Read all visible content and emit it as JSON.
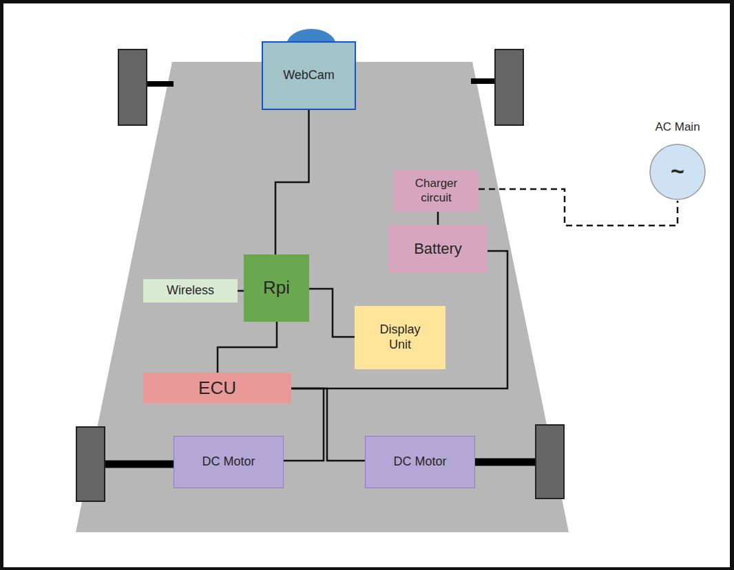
{
  "diagram": {
    "nodes": [
      {
        "text": [
          "WebCam"
        ]
      },
      {
        "text": [
          "AC Main",
          "~"
        ]
      },
      {
        "text": [
          "Charger circuit"
        ]
      },
      {
        "text": [
          "Battery"
        ]
      },
      {
        "text": [
          "Wireless"
        ]
      },
      {
        "text": [
          "Rpi"
        ]
      },
      {
        "text": [
          "Display Unit"
        ]
      },
      {
        "text": [
          "ECU"
        ]
      },
      {
        "text": [
          "DC Motor"
        ]
      },
      {
        "text": [
          "DC Motor"
        ]
      }
    ],
    "edges": [
      {
        "from": 0,
        "to": 5,
        "arrow": "none"
      },
      {
        "from": 4,
        "to": 5,
        "arrow": "none"
      },
      {
        "from": 5,
        "to": 6,
        "arrow": "none"
      },
      {
        "from": 5,
        "to": 7,
        "arrow": "none"
      },
      {
        "from": 2,
        "to": 3,
        "arrow": "none"
      },
      {
        "from": 2,
        "to": 1,
        "arrow": "none"
      },
      {
        "from": 3,
        "to": 7,
        "arrow": "none"
      },
      {
        "from": 7,
        "to": 8,
        "arrow": "none"
      },
      {
        "from": 7,
        "to": 9,
        "arrow": "none"
      }
    ]
  }
}
